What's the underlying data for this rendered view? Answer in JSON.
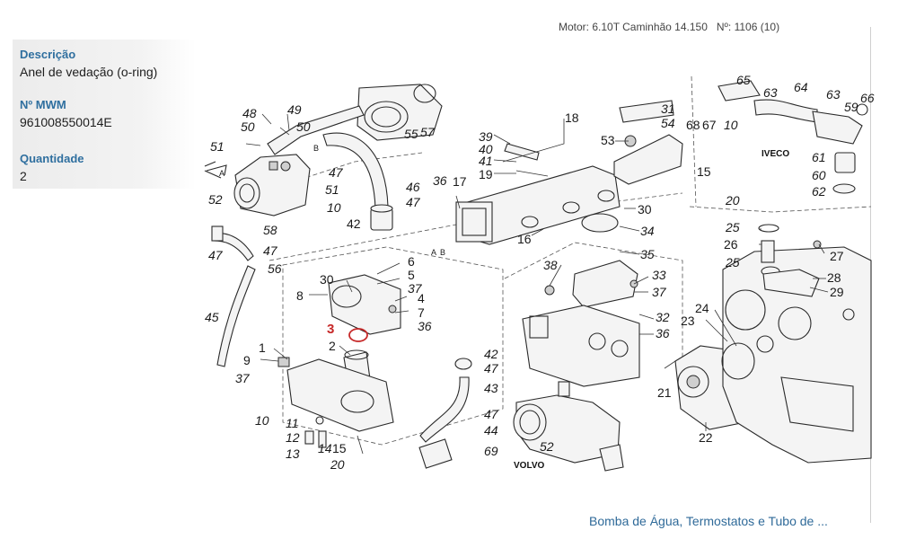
{
  "header": {
    "motor_line": "Motor: 6.10T Caminhão 14.150   Nº: 1106 (10)"
  },
  "panel": {
    "descricao_label": "Descrição",
    "descricao_value": "Anel de vedação (o-ring)",
    "mwm_label": "Nº MWM",
    "mwm_value": "961008550014E",
    "quantidade_label": "Quantidade",
    "quantidade_value": "2"
  },
  "diagram": {
    "highlighted_label": "3",
    "brand_iveco": "IVECO",
    "brand_volvo": "VOLVO",
    "view_a": "A",
    "view_b": "B",
    "view_a2": "A",
    "view_b2": "B",
    "labels": [
      {
        "id": "l48",
        "text": "48"
      },
      {
        "id": "l49",
        "text": "49"
      },
      {
        "id": "l50a",
        "text": "50"
      },
      {
        "id": "l50b",
        "text": "50"
      },
      {
        "id": "l51a",
        "text": "51"
      },
      {
        "id": "l52a",
        "text": "52"
      },
      {
        "id": "l55",
        "text": "55"
      },
      {
        "id": "l57a",
        "text": "57"
      },
      {
        "id": "l47a",
        "text": "47"
      },
      {
        "id": "l51b",
        "text": "51"
      },
      {
        "id": "l10a",
        "text": "10"
      },
      {
        "id": "l46",
        "text": "46"
      },
      {
        "id": "l47b",
        "text": "47"
      },
      {
        "id": "l42a",
        "text": "42"
      },
      {
        "id": "l36a",
        "text": "36"
      },
      {
        "id": "l17",
        "text": "17"
      },
      {
        "id": "l39",
        "text": "39"
      },
      {
        "id": "l40",
        "text": "40"
      },
      {
        "id": "l41",
        "text": "41"
      },
      {
        "id": "l19",
        "text": "19"
      },
      {
        "id": "l18",
        "text": "18"
      },
      {
        "id": "l53",
        "text": "53"
      },
      {
        "id": "l31",
        "text": "31"
      },
      {
        "id": "l54",
        "text": "54"
      },
      {
        "id": "l16",
        "text": "16"
      },
      {
        "id": "l30a",
        "text": "30"
      },
      {
        "id": "l34",
        "text": "34"
      },
      {
        "id": "l35",
        "text": "35"
      },
      {
        "id": "l65",
        "text": "65"
      },
      {
        "id": "l63a",
        "text": "63"
      },
      {
        "id": "l64",
        "text": "64"
      },
      {
        "id": "l63b",
        "text": "63"
      },
      {
        "id": "l66",
        "text": "66"
      },
      {
        "id": "l59",
        "text": "59"
      },
      {
        "id": "l68",
        "text": "68"
      },
      {
        "id": "l67",
        "text": "67"
      },
      {
        "id": "l10b",
        "text": "10"
      },
      {
        "id": "l15a",
        "text": "15"
      },
      {
        "id": "l20a",
        "text": "20"
      },
      {
        "id": "l61",
        "text": "61"
      },
      {
        "id": "l60",
        "text": "60"
      },
      {
        "id": "l62",
        "text": "62"
      },
      {
        "id": "l58",
        "text": "58"
      },
      {
        "id": "l47c",
        "text": "47"
      },
      {
        "id": "l47d",
        "text": "47"
      },
      {
        "id": "l56",
        "text": "56"
      },
      {
        "id": "l45",
        "text": "45"
      },
      {
        "id": "l6",
        "text": "6"
      },
      {
        "id": "l5",
        "text": "5"
      },
      {
        "id": "l37a",
        "text": "37"
      },
      {
        "id": "l30b",
        "text": "30"
      },
      {
        "id": "l8",
        "text": "8"
      },
      {
        "id": "l4",
        "text": "4"
      },
      {
        "id": "l7",
        "text": "7"
      },
      {
        "id": "l36b",
        "text": "36"
      },
      {
        "id": "l2",
        "text": "2"
      },
      {
        "id": "l1",
        "text": "1"
      },
      {
        "id": "l9",
        "text": "9"
      },
      {
        "id": "l37b",
        "text": "37"
      },
      {
        "id": "l10c",
        "text": "10"
      },
      {
        "id": "l11",
        "text": "11"
      },
      {
        "id": "l12",
        "text": "12"
      },
      {
        "id": "l13",
        "text": "13"
      },
      {
        "id": "l14",
        "text": "14"
      },
      {
        "id": "l15b",
        "text": "15"
      },
      {
        "id": "l20b",
        "text": "20"
      },
      {
        "id": "l42b",
        "text": "42"
      },
      {
        "id": "l47e",
        "text": "47"
      },
      {
        "id": "l43",
        "text": "43"
      },
      {
        "id": "l47f",
        "text": "47"
      },
      {
        "id": "l44",
        "text": "44"
      },
      {
        "id": "l69",
        "text": "69"
      },
      {
        "id": "l52b",
        "text": "52"
      },
      {
        "id": "l38",
        "text": "38"
      },
      {
        "id": "l33",
        "text": "33"
      },
      {
        "id": "l37c",
        "text": "37"
      },
      {
        "id": "l32",
        "text": "32"
      },
      {
        "id": "l36c",
        "text": "36"
      },
      {
        "id": "l21",
        "text": "21"
      },
      {
        "id": "l22",
        "text": "22"
      },
      {
        "id": "l23",
        "text": "23"
      },
      {
        "id": "l24",
        "text": "24"
      },
      {
        "id": "l25a",
        "text": "25"
      },
      {
        "id": "l26",
        "text": "26"
      },
      {
        "id": "l25b",
        "text": "25"
      },
      {
        "id": "l27",
        "text": "27"
      },
      {
        "id": "l28",
        "text": "28"
      },
      {
        "id": "l29",
        "text": "29"
      }
    ]
  },
  "footer": {
    "caption": "Bomba de Água, Termostatos e Tubo de ..."
  }
}
